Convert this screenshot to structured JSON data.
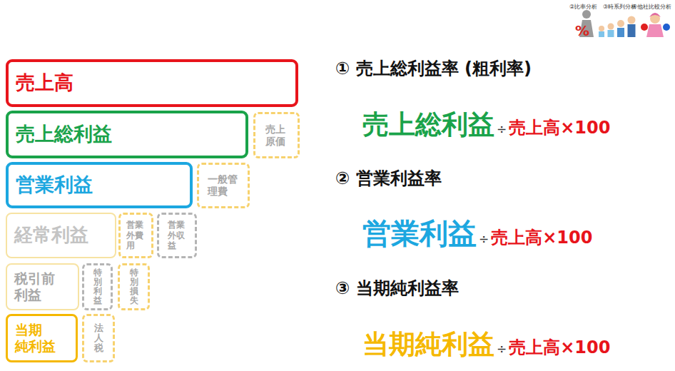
{
  "diagram": {
    "nodes": [
      {
        "text": [
          "売上高"
        ]
      },
      {
        "text": [
          "売上総利益"
        ]
      },
      {
        "text": [
          "売上 原価"
        ]
      },
      {
        "text": [
          "営業利益"
        ]
      },
      {
        "text": [
          "一般管 理費"
        ]
      },
      {
        "text": [
          "経常利益"
        ]
      },
      {
        "text": [
          "営業 外費 用"
        ]
      },
      {
        "text": [
          "営業 外収 益"
        ]
      },
      {
        "text": [
          "税引前 利益"
        ]
      },
      {
        "text": [
          "特別利益"
        ]
      },
      {
        "text": [
          "特別損失"
        ]
      },
      {
        "text": [
          "当期 純利益"
        ]
      },
      {
        "text": [
          "法人税"
        ]
      }
    ],
    "labels": [
      "②比率分析",
      "③時系列分析",
      "④他社比較分析",
      "① 売上総利益率 (粗利率)",
      "売上総利益",
      "÷",
      "売上高×100",
      "② 営業利益率",
      "営業利益",
      "÷",
      "売上高×100",
      "③ 当期純利益率",
      "当期純利益",
      "÷",
      "売上高×100"
    ]
  }
}
